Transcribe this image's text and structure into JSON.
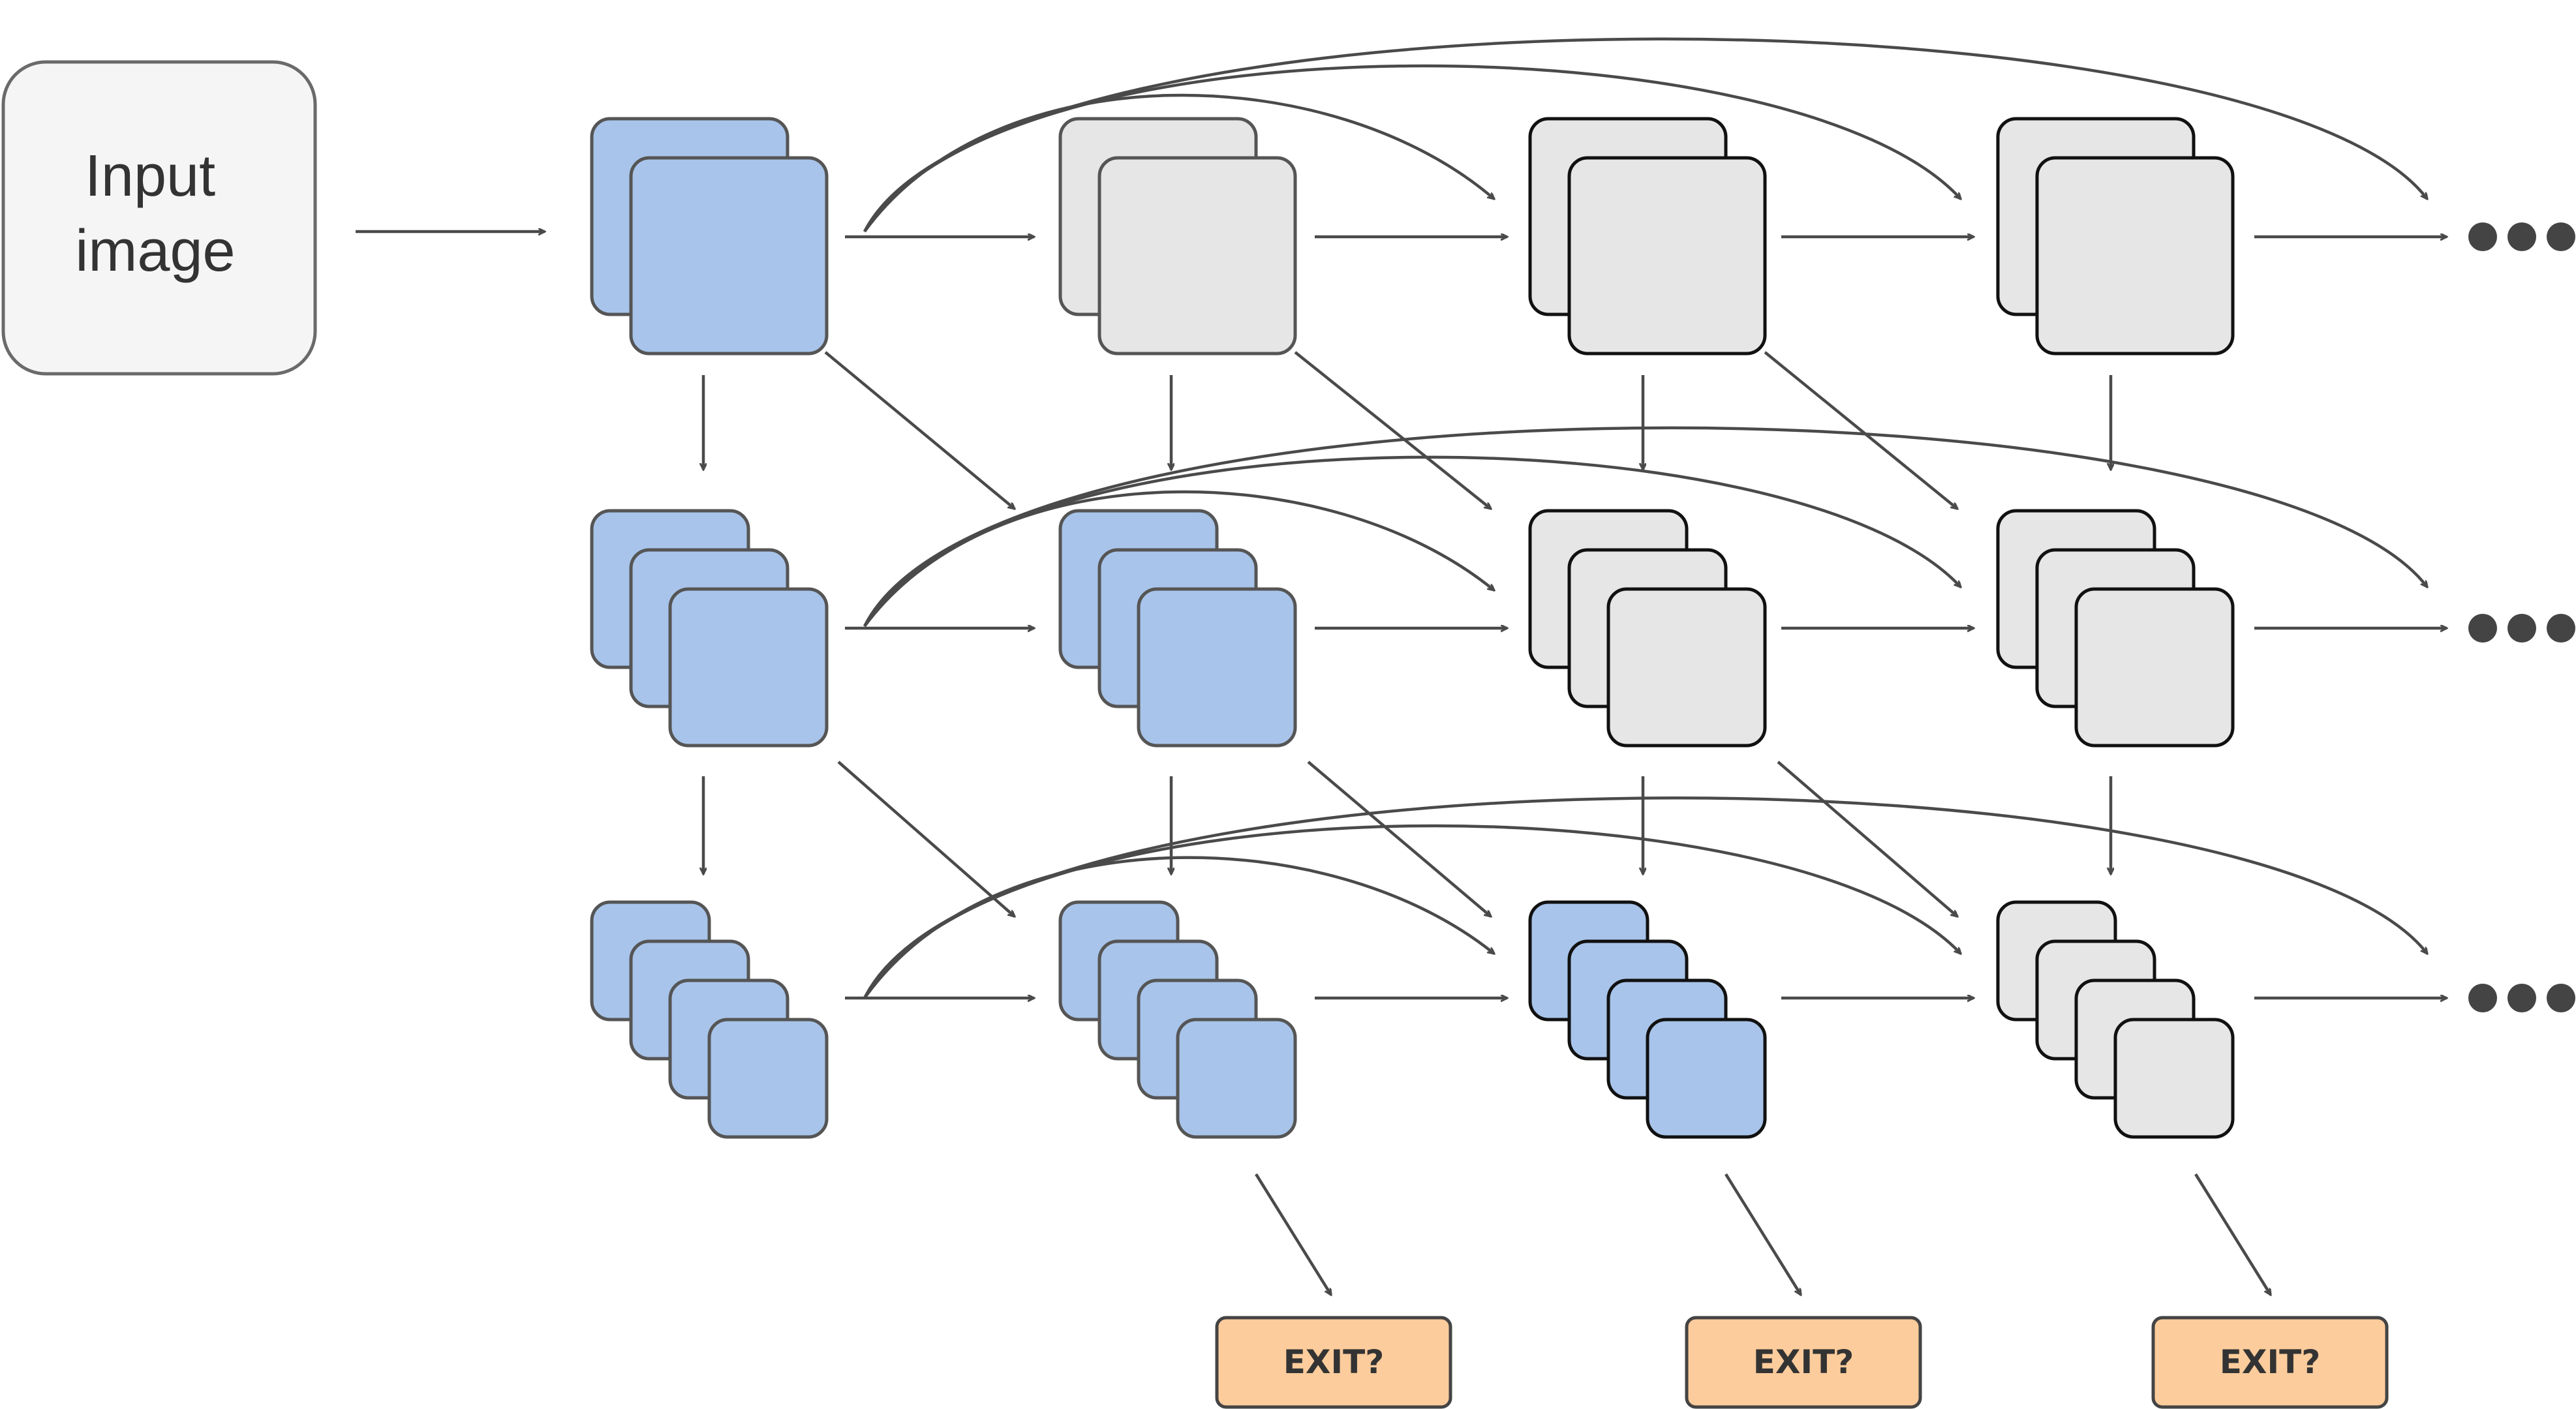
{
  "input": {
    "line1": "Input",
    "line2": "image"
  },
  "exit_label": "EXIT?",
  "colors": {
    "active": "#a8c4ea",
    "inactive": "#e6e6e6",
    "input_fill": "#f5f5f5",
    "exit_fill": "#fdcc9c",
    "stroke": "#555555",
    "arrow": "#4a4a4a"
  },
  "continuation_glyph": "ellipsis",
  "grid": {
    "columns": 4,
    "scales": 3,
    "stack_counts": [
      2,
      3,
      4
    ],
    "active": [
      [
        true,
        false,
        false,
        false
      ],
      [
        true,
        true,
        false,
        false
      ],
      [
        true,
        true,
        true,
        false
      ]
    ],
    "exits_after_columns": [
      2,
      3,
      4
    ]
  }
}
